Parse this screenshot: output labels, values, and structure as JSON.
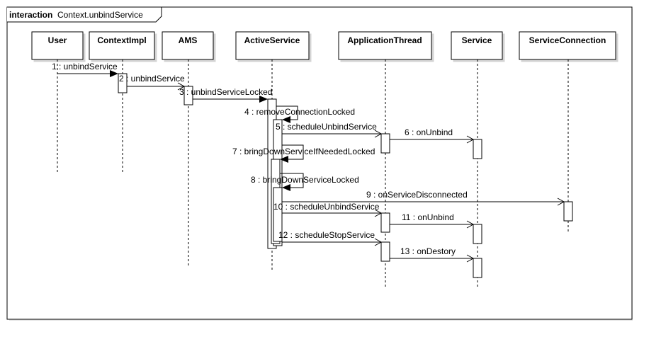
{
  "frame": {
    "keyword": "interaction",
    "title": "Context.unbindService"
  },
  "participants": [
    {
      "id": "user",
      "label": "User"
    },
    {
      "id": "contextimpl",
      "label": "ContextImpl"
    },
    {
      "id": "ams",
      "label": "AMS"
    },
    {
      "id": "activeservice",
      "label": "ActiveService"
    },
    {
      "id": "applicationthread",
      "label": "ApplicationThread"
    },
    {
      "id": "service",
      "label": "Service"
    },
    {
      "id": "serviceconnection",
      "label": "ServiceConnection"
    }
  ],
  "messages": [
    {
      "label": "1 : unbindService",
      "from": "user",
      "to": "contextimpl",
      "kind": "sync"
    },
    {
      "label": "2 : unbindService",
      "from": "contextimpl",
      "to": "ams",
      "kind": "async"
    },
    {
      "label": "3 : unbindServiceLocked",
      "from": "ams",
      "to": "activeservice",
      "kind": "sync"
    },
    {
      "label": "4 : removeConnectionLocked",
      "from": "activeservice",
      "to": "activeservice",
      "kind": "self-sync"
    },
    {
      "label": "5 : scheduleUnbindService",
      "from": "activeservice",
      "to": "applicationthread",
      "kind": "async"
    },
    {
      "label": "6 : onUnbind",
      "from": "applicationthread",
      "to": "service",
      "kind": "async"
    },
    {
      "label": "7 : bringDownServiceIfNeededLocked",
      "from": "activeservice",
      "to": "activeservice",
      "kind": "self-sync"
    },
    {
      "label": "8 : bringDownServiceLocked",
      "from": "activeservice",
      "to": "activeservice",
      "kind": "self-sync"
    },
    {
      "label": "9 : onServiceDisconnected",
      "from": "activeservice",
      "to": "serviceconnection",
      "kind": "async"
    },
    {
      "label": "10 : scheduleUnbindService",
      "from": "activeservice",
      "to": "applicationthread",
      "kind": "async"
    },
    {
      "label": "11 : onUnbind",
      "from": "applicationthread",
      "to": "service",
      "kind": "async"
    },
    {
      "label": "12 : scheduleStopService",
      "from": "activeservice",
      "to": "applicationthread",
      "kind": "async"
    },
    {
      "label": "13 : onDestory",
      "from": "applicationthread",
      "to": "service",
      "kind": "async"
    }
  ]
}
